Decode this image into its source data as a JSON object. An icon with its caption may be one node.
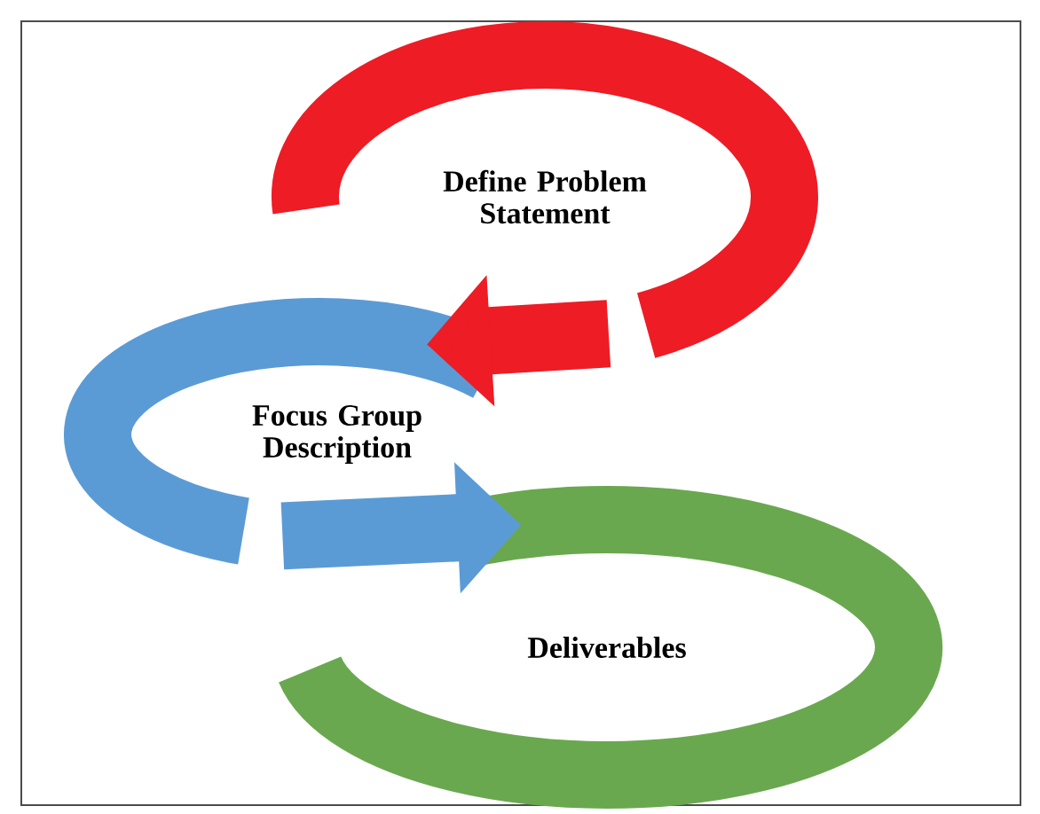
{
  "diagram": {
    "nodes": [
      {
        "text": [
          "Define Problem Statement"
        ]
      },
      {
        "text": [
          "Focus Group Description"
        ]
      },
      {
        "text": [
          "Deliverables"
        ]
      }
    ],
    "edges": [
      {
        "from": 0,
        "to": 1,
        "arrow": "to",
        "color": "#ee1c25"
      },
      {
        "from": 1,
        "to": 2,
        "arrow": "to",
        "color": "#5b9bd5"
      }
    ]
  }
}
